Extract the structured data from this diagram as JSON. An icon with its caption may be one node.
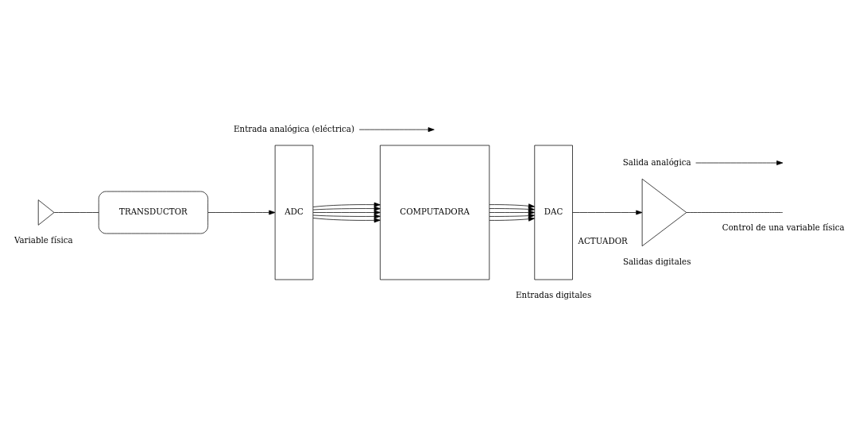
{
  "diagram": {
    "nodes": [
      {
        "text": [],
        "shape": "antenna"
      },
      {
        "text": [
          "TRANSDUCTOR"
        ]
      },
      {
        "text": [
          "ADC"
        ]
      },
      {
        "text": [
          "COMPUTADORA"
        ]
      },
      {
        "text": [
          "DAC"
        ]
      },
      {
        "text": [
          "ACTUADOR"
        ]
      },
      {
        "text": [
          "Entrada analógica (eléctrica)"
        ]
      },
      {
        "text": [
          "Salida analógica"
        ]
      }
    ],
    "edges": [
      {
        "from": 0,
        "to": 1,
        "arrow": "none"
      },
      {
        "from": 1,
        "to": 2,
        "arrow": "to"
      },
      {
        "from": 6,
        "to": null,
        "arrow": "to"
      },
      {
        "from": 2,
        "to": 3,
        "arrow": "to"
      },
      {
        "from": 2,
        "to": 3,
        "arrow": "to"
      },
      {
        "from": 2,
        "to": 3,
        "arrow": "to"
      },
      {
        "from": 2,
        "to": 3,
        "arrow": "to"
      },
      {
        "from": 2,
        "to": 3,
        "arrow": "to"
      },
      {
        "from": 3,
        "to": 4,
        "arrow": "to"
      },
      {
        "from": 3,
        "to": 4,
        "arrow": "to"
      },
      {
        "from": 3,
        "to": 4,
        "arrow": "to"
      },
      {
        "from": 3,
        "to": 4,
        "arrow": "to"
      },
      {
        "from": 3,
        "to": 4,
        "arrow": "to"
      },
      {
        "from": 4,
        "to": 5,
        "arrow": "to"
      },
      {
        "from": 7,
        "to": null,
        "arrow": "to"
      },
      {
        "from": 5,
        "to": null,
        "arrow": "none"
      }
    ],
    "labels": [
      "Variable física",
      "Entradas digitales",
      "Salidas digitales",
      "Control de una variable física"
    ]
  }
}
